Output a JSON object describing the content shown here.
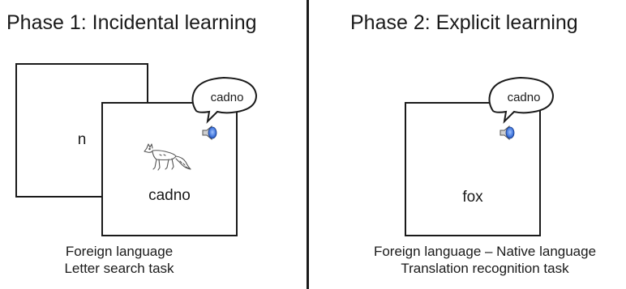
{
  "phase1": {
    "title": "Phase 1: Incidental learning",
    "back_card_letter": "n",
    "front_card_word": "cadno",
    "speech_word": "cadno",
    "caption_line1": "Foreign language",
    "caption_line2": "Letter search task",
    "picture_icon": "fox-icon",
    "audio_icon": "speaker-icon"
  },
  "phase2": {
    "title": "Phase 2: Explicit learning",
    "card_word": "fox",
    "speech_word": "cadno",
    "caption_line1": "Foreign language – Native language",
    "caption_line2": "Translation recognition task",
    "audio_icon": "speaker-icon"
  },
  "colors": {
    "line": "#1a1a1a",
    "speaker_blue": "#3a6fd8"
  }
}
